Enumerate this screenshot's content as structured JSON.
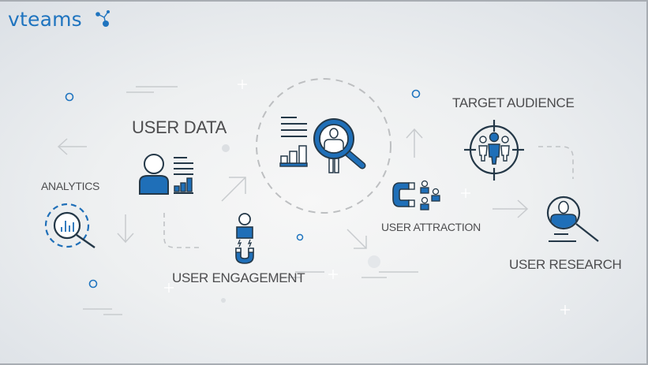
{
  "brand": {
    "name": "vteams",
    "color": "#1f74bf",
    "icon": "molecule-dots-icon"
  },
  "colors": {
    "primary_blue": "#1f6fb8",
    "dark_outline": "#243848",
    "label_gray": "#4d4d4f",
    "decor_gray": "#c4c7ca",
    "background_center": "#f7f7f7",
    "background_edge": "#dadfe5"
  },
  "diagram": {
    "title": "",
    "nodes": [
      {
        "id": "analytics",
        "label": "ANALYTICS",
        "icon": "analytics-magnifier-icon"
      },
      {
        "id": "user-data",
        "label": "USER DATA",
        "icon": "user-data-profile-icon"
      },
      {
        "id": "user-engagement",
        "label": "USER ENGAGEMENT",
        "icon": "user-magnet-icon"
      },
      {
        "id": "center",
        "label": "",
        "icon": "user-search-report-icon"
      },
      {
        "id": "user-attraction",
        "label": "USER ATTRACTION",
        "icon": "magnet-users-icon"
      },
      {
        "id": "target-audience",
        "label": "TARGET AUDIENCE",
        "icon": "target-group-icon"
      },
      {
        "id": "user-research",
        "label": "USER RESEARCH",
        "icon": "user-research-magnifier-icon"
      }
    ],
    "connectors": [
      {
        "from": "user-data",
        "to": "analytics",
        "type": "arrow-left"
      },
      {
        "from": "user-data",
        "to": "analytics",
        "type": "arrow-down"
      },
      {
        "from": "user-engagement",
        "to": "center",
        "type": "arrow-up-right"
      },
      {
        "from": "center",
        "to": "user-attraction",
        "type": "arrow-down-right"
      },
      {
        "from": "user-attraction",
        "to": "target-audience",
        "type": "arrow-up"
      },
      {
        "from": "user-attraction",
        "to": "user-research",
        "type": "arrow-right"
      },
      {
        "from": "target-audience",
        "to": "user-research",
        "type": "dashed-curve"
      },
      {
        "from": "user-data",
        "to": "user-engagement",
        "type": "dashed-curve"
      }
    ]
  }
}
